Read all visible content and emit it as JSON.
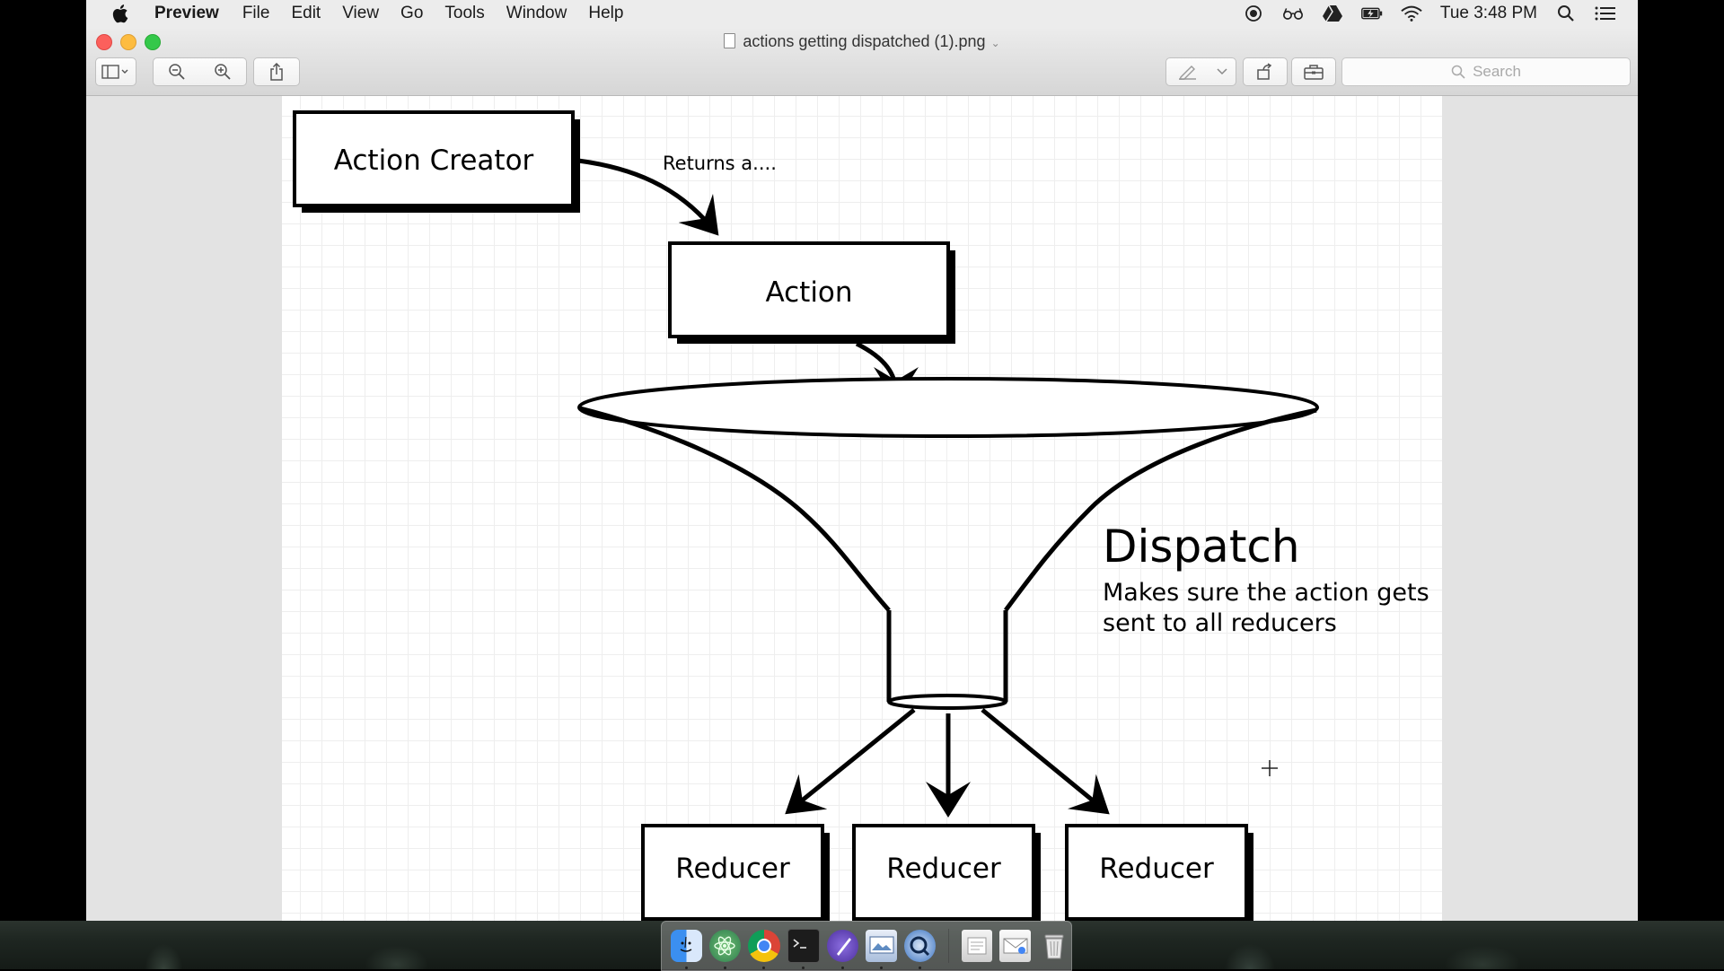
{
  "menubar": {
    "app_name": "Preview",
    "menus": [
      "File",
      "Edit",
      "View",
      "Go",
      "Tools",
      "Window",
      "Help"
    ],
    "clock": "Tue 3:48 PM"
  },
  "window": {
    "title": "actions getting dispatched (1).png",
    "search_placeholder": "Search"
  },
  "diagram": {
    "action_creator": "Action Creator",
    "returns_label": "Returns a....",
    "action": "Action",
    "dispatch_title": "Dispatch",
    "dispatch_desc_line1": "Makes sure the action gets",
    "dispatch_desc_line2": "sent to all reducers",
    "reducers": [
      "Reducer",
      "Reducer",
      "Reducer"
    ]
  },
  "colors": {
    "close": "#fc605c",
    "minimize": "#fdbc40",
    "maximize": "#34c84a"
  },
  "dock": {
    "apps": [
      "finder-icon",
      "atom-icon",
      "chrome-icon",
      "terminal-icon",
      "quill-icon",
      "preview-icon",
      "quicktime-icon",
      "documents-icon",
      "mail-icon",
      "trash-icon"
    ]
  }
}
